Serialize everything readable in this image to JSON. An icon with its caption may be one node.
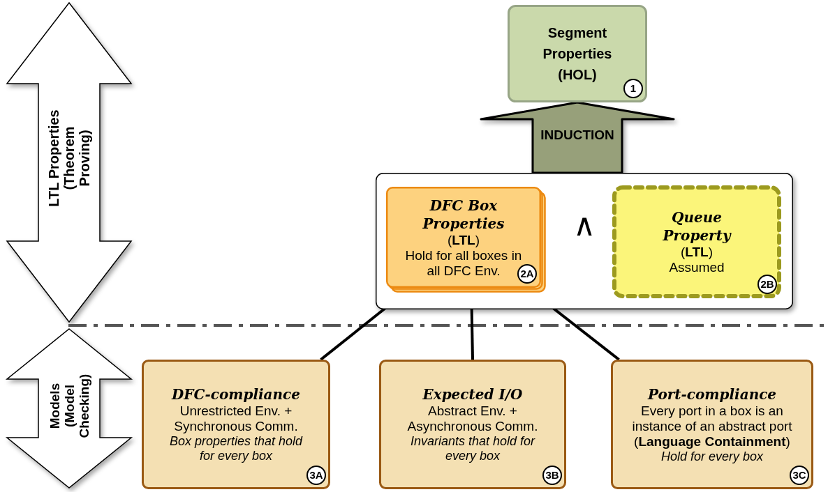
{
  "diagram": {
    "nodes": [
      {
        "text": [
          "Segment Properties",
          "(HOL)",
          "1"
        ]
      },
      {
        "text": [],
        "shape": "box"
      },
      {
        "text": [
          "DFC Box Properties",
          "(**LTL**)",
          "Hold for all boxes in all DFC Env.",
          "2A"
        ],
        "in": 1
      },
      {
        "text": [
          "Queue Property",
          "(**LTL**)",
          "Assumed",
          "2B"
        ],
        "in": 1
      },
      {
        "text": [
          "DFC-compliance",
          "Unrestricted Env. + Synchronous Comm.",
          "Box properties that hold for every box",
          "3A"
        ]
      },
      {
        "text": [
          "Expected I/O",
          "Abstract Env. + Asynchronous Comm.",
          "Invariants that hold for every box",
          "3B"
        ]
      },
      {
        "text": [
          "Port-compliance",
          "Every port in a box is an instance of an abstract port",
          "(**Language Containment**)",
          "Hold for every box",
          "3C"
        ]
      }
    ],
    "edges": [
      {
        "from": 1,
        "to": 0,
        "arrow": "to",
        "label": "INDUCTION",
        "style": "thick",
        "color": "#97a07a"
      },
      {
        "from": 2,
        "to": 4,
        "arrow": "none"
      },
      {
        "from": 2,
        "to": 5,
        "arrow": "none"
      },
      {
        "from": 2,
        "to": 6,
        "arrow": "none"
      }
    ],
    "labels": [
      "LTL Properties (Theorem Proving)",
      "Models (Model Checking)",
      "∧"
    ]
  }
}
